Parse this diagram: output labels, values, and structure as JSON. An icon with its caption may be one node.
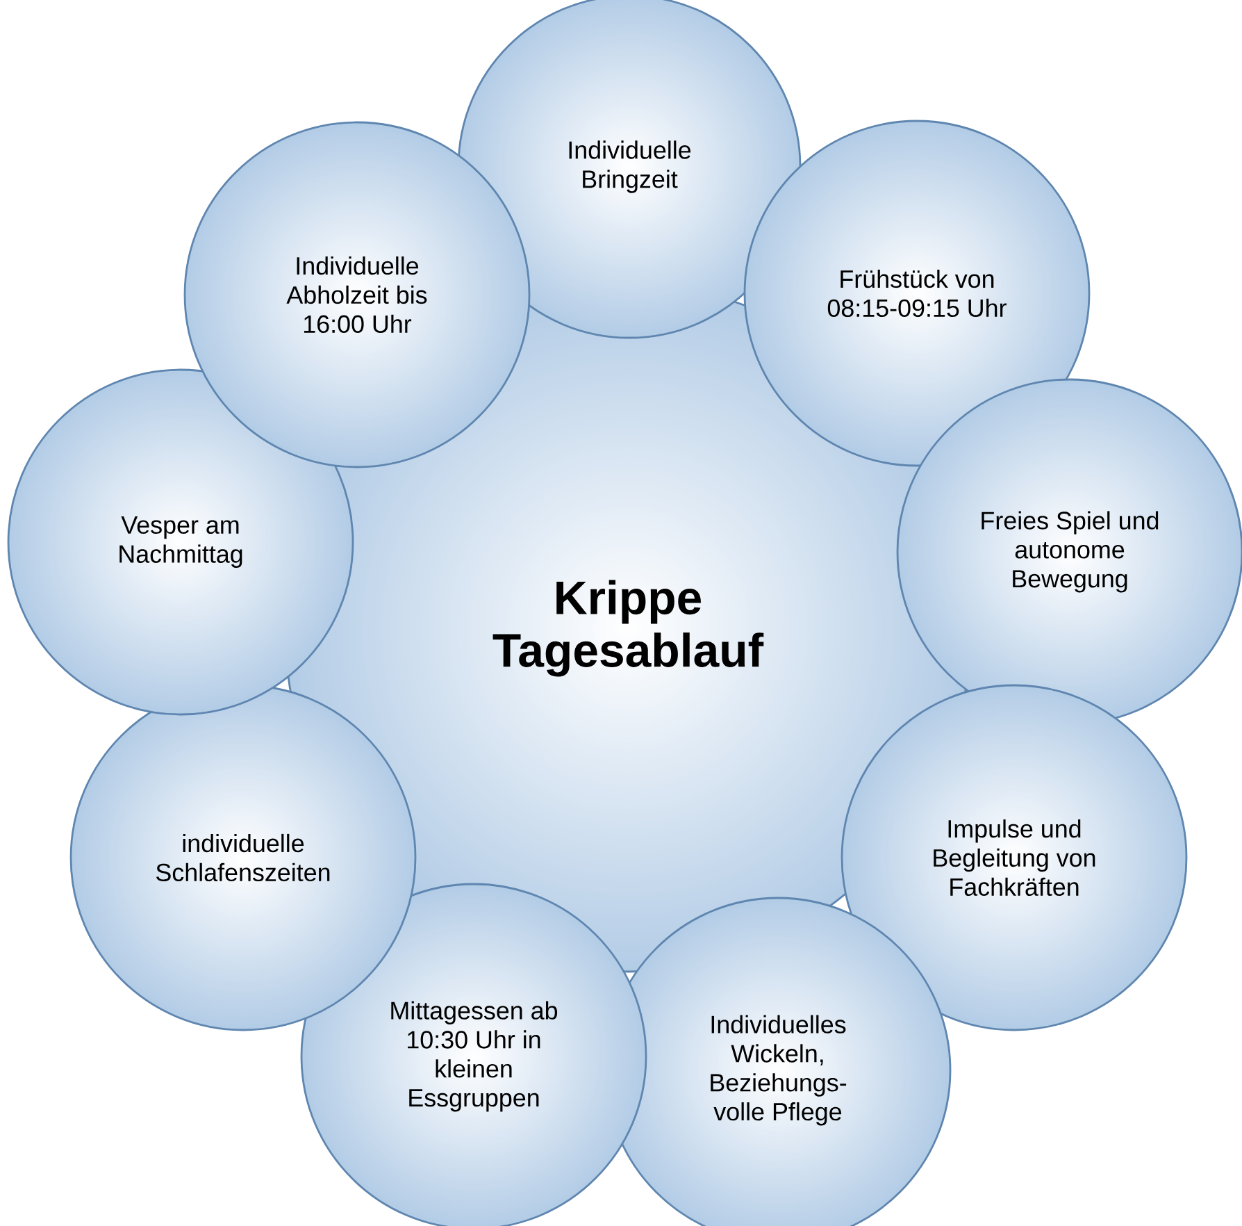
{
  "diagram": {
    "nodes": [
      {
        "text": [
          "Krippe Tagesablauf"
        ]
      },
      {
        "text": [
          "Individuelle Bringzeit"
        ]
      },
      {
        "text": [
          "Frühstück von 08:15-09:15 Uhr"
        ]
      },
      {
        "text": [
          "Freies Spiel und autonome Bewegung"
        ]
      },
      {
        "text": [
          "Impulse und Begleitung von Fachkräften"
        ]
      },
      {
        "text": [
          "Individuelles Wickeln, Beziehungs-volle Pflege"
        ]
      },
      {
        "text": [
          "Mittagessen ab 10:30 Uhr in kleinen Essgruppen"
        ]
      },
      {
        "text": [
          "individuelle Schlafenszeiten"
        ]
      },
      {
        "text": [
          "Vesper am Nachmittag"
        ]
      },
      {
        "text": [
          "Individuelle Abholzeit bis 16:00 Uhr"
        ]
      }
    ]
  }
}
